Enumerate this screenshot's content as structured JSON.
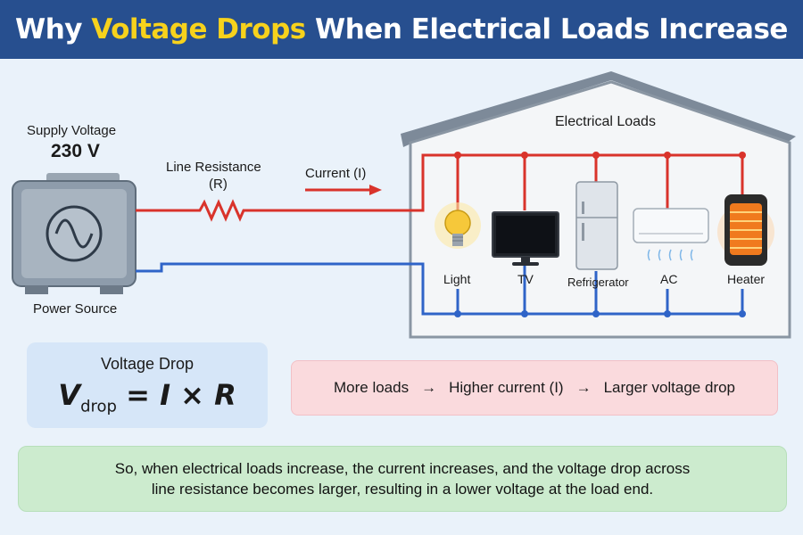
{
  "title": {
    "part1": "Why ",
    "highlight": "Voltage Drops",
    "part2": " When Electrical Loads Increase"
  },
  "source": {
    "label": "Supply Voltage",
    "voltage": "230 V",
    "caption": "Power Source"
  },
  "line": {
    "resistance_label": "Line Resistance",
    "resistance_symbol": "(R)",
    "current_label": "Current (I)"
  },
  "house": {
    "title": "Electrical Loads"
  },
  "loads": [
    "Light",
    "TV",
    "Refrigerator",
    "AC",
    "Heater"
  ],
  "equation": {
    "title": "Voltage Drop",
    "lhs": "V",
    "sub": "drop",
    "rhs": "= I × R"
  },
  "flow": {
    "step1": "More loads",
    "step2": "Higher current (I)",
    "step3": "Larger voltage drop",
    "arrow": "→"
  },
  "summary": {
    "line1": "So, when electrical loads increase, the current increases, and the voltage drop across",
    "line2": "line resistance becomes larger, resulting in a lower voltage at the load end."
  },
  "colors": {
    "live_wire": "#d9332b",
    "neutral_wire": "#2f64c8",
    "title_bg": "#274f8f",
    "title_highlight": "#f7d21c"
  }
}
